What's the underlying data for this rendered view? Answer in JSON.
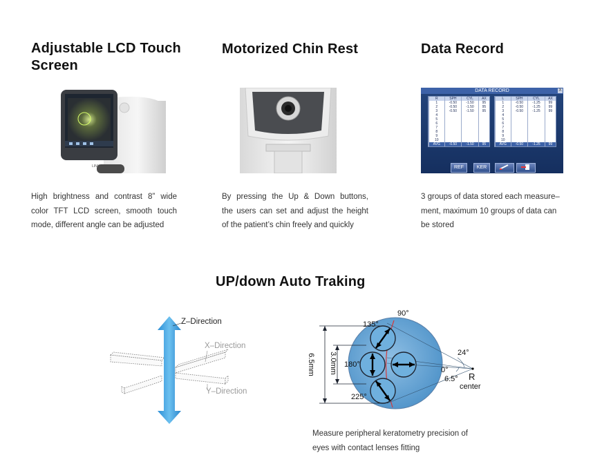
{
  "features": [
    {
      "title_line1": "Adjustable LCD Touch",
      "title_line2": "Screen",
      "desc": [
        "High brightness and contrast 8” wide",
        "color TFT LCD screen, smooth touch",
        "mode, different angle can be adjusted"
      ]
    },
    {
      "title_line1": "Motorized Chin Rest",
      "desc": [
        "By pressing the Up & Down buttons,",
        "the users can set and adjust the height",
        "of the patient’s chin freely and quickly"
      ]
    },
    {
      "title_line1": "Data Record",
      "desc": [
        "3 groups of data stored each measure–",
        "ment, maximum 10 groups of data can",
        "be stored"
      ]
    }
  ],
  "data_record_screen": {
    "window_title": "DATA RECORD",
    "close": "X",
    "left": {
      "headers": [
        "R",
        "SPH",
        "CYL",
        "AX"
      ],
      "rows": [
        [
          "1",
          "-0.50",
          "-1.50",
          "95"
        ],
        [
          "2",
          "-0.50",
          "-1.50",
          "95"
        ],
        [
          "3",
          "-0.50",
          "-1.50",
          "95"
        ],
        [
          "4",
          "",
          "",
          ""
        ],
        [
          "5",
          "",
          "",
          ""
        ],
        [
          "6",
          "",
          "",
          ""
        ],
        [
          "7",
          "",
          "",
          ""
        ],
        [
          "8",
          "",
          "",
          ""
        ],
        [
          "9",
          "",
          "",
          ""
        ],
        [
          "10",
          "",
          "",
          ""
        ]
      ],
      "avg": [
        "AVG",
        "-0.50",
        "-1.50",
        "95"
      ]
    },
    "right": {
      "headers": [
        "L",
        "SPH",
        "CYL",
        "AX"
      ],
      "rows": [
        [
          "1",
          "-0.50",
          "-1.25",
          "99"
        ],
        [
          "2",
          "-0.50",
          "-1.25",
          "99"
        ],
        [
          "3",
          "-0.50",
          "-1.25",
          "99"
        ],
        [
          "4",
          "",
          "",
          ""
        ],
        [
          "5",
          "",
          "",
          ""
        ],
        [
          "6",
          "",
          "",
          ""
        ],
        [
          "7",
          "",
          "",
          ""
        ],
        [
          "8",
          "",
          "",
          ""
        ],
        [
          "9",
          "",
          "",
          ""
        ],
        [
          "10",
          "",
          "",
          ""
        ]
      ],
      "avg": [
        "AVG",
        "-0.50",
        "-1.25",
        "99"
      ]
    },
    "buttons": [
      "REF",
      "KER"
    ]
  },
  "section_title": "UP/down Auto Traking",
  "axis_diagram": {
    "z_label": "Z–Direction",
    "x_label": "X–Direction",
    "y_label": "Y–Direction"
  },
  "kerato_diagram": {
    "angle_90": "90°",
    "angle_135": "135°",
    "angle_180": "180°",
    "angle_225": "225°",
    "angle_0": "0°",
    "angle_24": "24°",
    "angle_6_5": "6.5°",
    "r_label": "R",
    "center_label": "center",
    "dim_6_5": "6.5mm",
    "dim_3_0": "3.0mm",
    "caption": [
      "Measure peripheral keratometry precision of",
      "eyes with contact lenses fitting"
    ]
  },
  "screen_label": "LINK"
}
